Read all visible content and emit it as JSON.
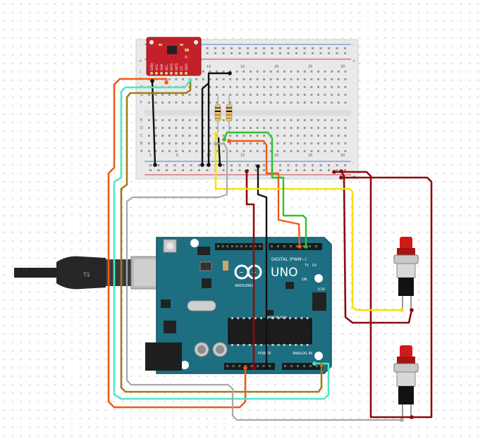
{
  "breadboard": {
    "column_numbers": [
      "1",
      "5",
      "10",
      "15",
      "20",
      "25",
      "30"
    ],
    "row_letters_top": [
      "J",
      "I",
      "H",
      "G",
      "F"
    ],
    "row_letters_bottom": [
      "E",
      "D",
      "C",
      "B",
      "A"
    ]
  },
  "sensor_module": {
    "pin_labels": [
      "GND",
      "VCC",
      "SDA",
      "SCL",
      "INT1",
      "INT2",
      "CS",
      "SDO"
    ]
  },
  "arduino": {
    "model": "UNO",
    "brand": "ARDUINO",
    "digital_label": "DIGITAL (PWM~)",
    "analog_label": "ANALOG IN",
    "power_label": "POWER",
    "on_label": "ON",
    "made_in": "MADE IN ITALY",
    "tx_label": "TX",
    "rx_label": "RX",
    "icsp_label": "ICSP"
  },
  "colors": {
    "red_wire": "#8b0a0a",
    "black_wire": "#111111",
    "orange_wire": "#f05a14",
    "mint_wire": "#4de8c0",
    "olive_wire": "#a07c1a",
    "yellow_wire": "#f6e10a",
    "green_wire": "#2fc12f",
    "gray_wire": "#a8a8a8",
    "board_teal": "#1d6e80",
    "module_red": "#c3202a",
    "button_red": "#d01a1a"
  }
}
